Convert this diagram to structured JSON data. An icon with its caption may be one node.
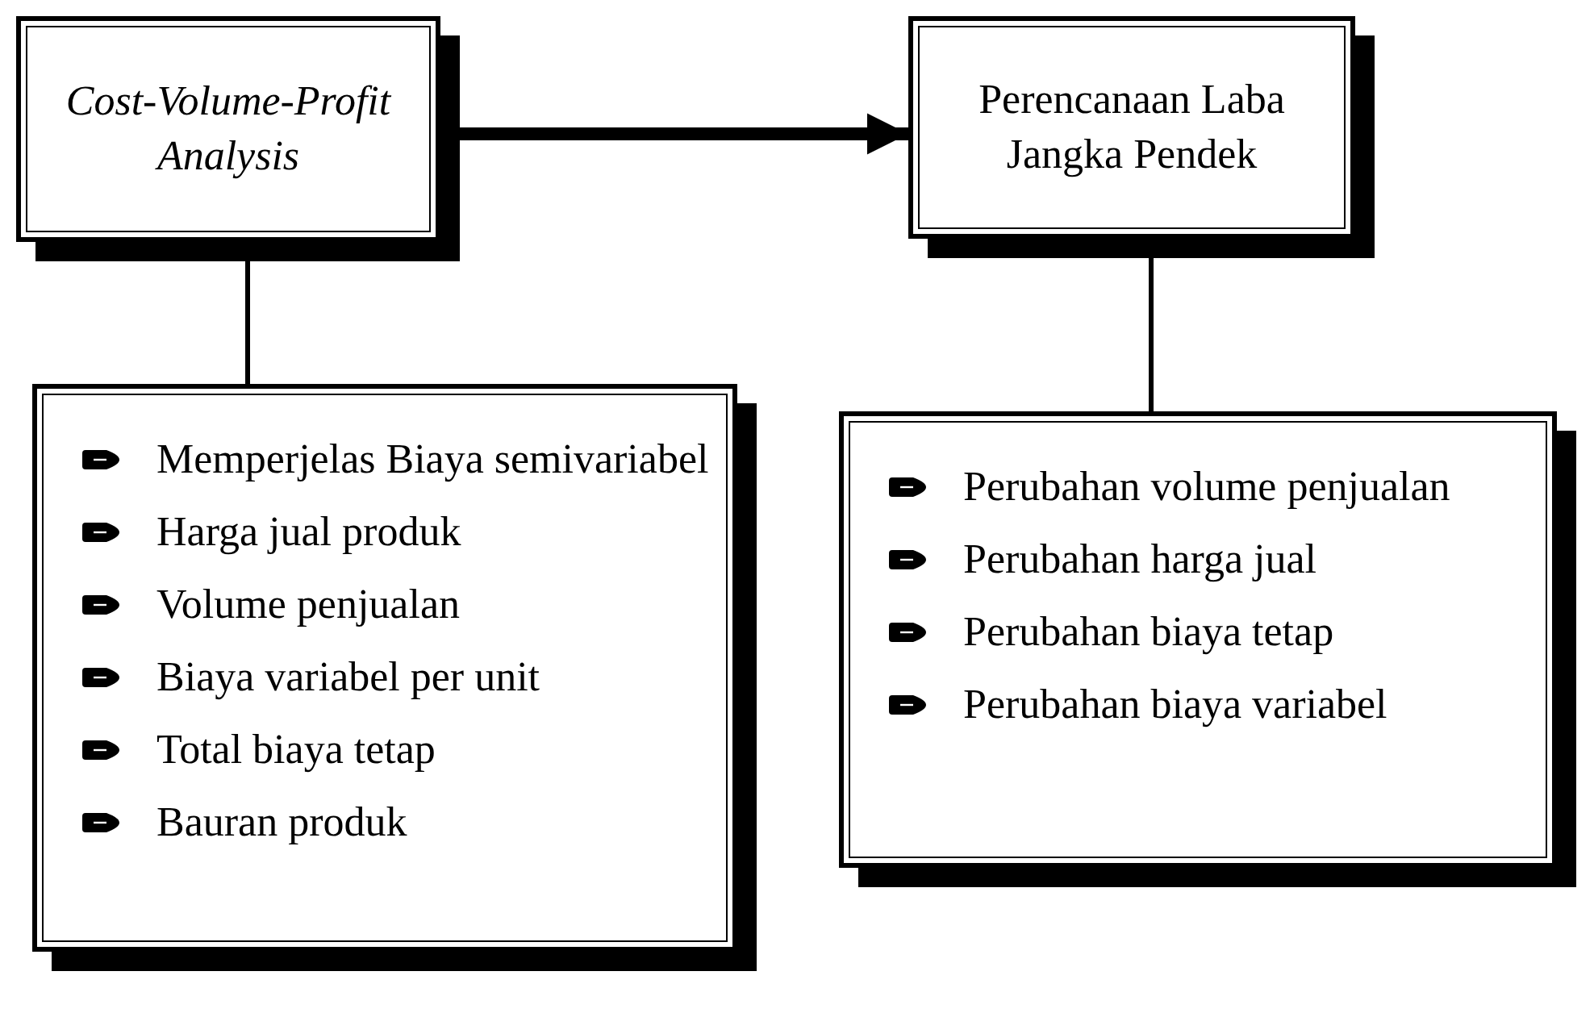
{
  "diagram": {
    "nodes": [
      {
        "text": [
          "Cost-Volume-Profit Analysis"
        ]
      },
      {
        "text": [
          "Perencanaan Laba Jangka Pendek"
        ]
      },
      {
        "text": [
          "Memperjelas Biaya semivariabel",
          "Harga jual produk",
          "Volume penjualan",
          "Biaya variabel per unit",
          "Total biaya tetap",
          "Bauran  produk"
        ]
      },
      {
        "text": [
          "Perubahan volume penjualan",
          "Perubahan harga jual",
          "Perubahan biaya tetap",
          "Perubahan biaya variabel"
        ]
      }
    ],
    "edges": [
      {
        "from": 0,
        "to": 1,
        "arrow": "to",
        "style": "thick"
      },
      {
        "from": 0,
        "to": 2,
        "arrow": "none"
      },
      {
        "from": 1,
        "to": 3,
        "arrow": "none"
      }
    ]
  }
}
